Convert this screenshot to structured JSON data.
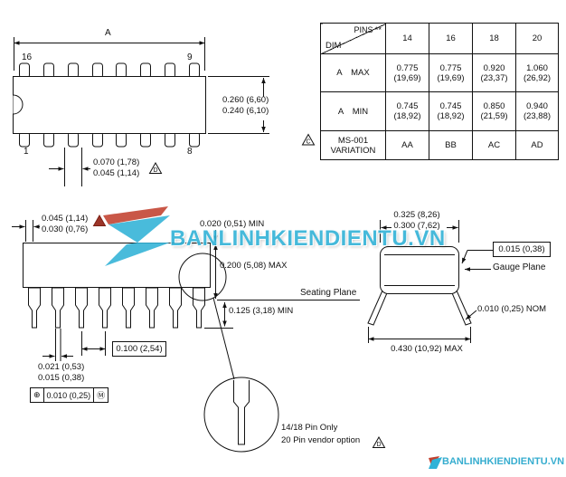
{
  "colors": {
    "watermark_cyan": "#31b2d7",
    "watermark_red": "#c2402e",
    "line": "#111111"
  },
  "notes": {
    "flag_table": "C",
    "flag_lead": "D",
    "flag_vendor": "D"
  },
  "top_view": {
    "overall_dim": "A",
    "pin_16": "16",
    "pin_9": "9",
    "pin_1": "1",
    "pin_8": "8",
    "body_width": "0.260 (6,60)\n0.240 (6,10)",
    "lead_shoulder": "0.070 (1,78)\n0.045 (1,14)"
  },
  "table": {
    "pins_label": "PINS **",
    "dim_label": "DIM",
    "col_14": "14",
    "col_16": "16",
    "col_18": "18",
    "col_20": "20",
    "row_max_label": "A MAX",
    "row_max_14": "0.775\n(19,69)",
    "row_max_16": "0.775\n(19,69)",
    "row_max_18": "0.920\n(23,37)",
    "row_max_20": "1.060\n(26,92)",
    "row_min_label": "A MIN",
    "row_min_14": "0.745\n(18,92)",
    "row_min_16": "0.745\n(18,92)",
    "row_min_18": "0.850\n(21,59)",
    "row_min_20": "0.940\n(23,88)",
    "row_var_label": "MS-001\nVARIATION",
    "row_var_14": "AA",
    "row_var_16": "BB",
    "row_var_18": "AC",
    "row_var_20": "AD"
  },
  "side_view": {
    "lead_thickness": "0.045 (1,14)\n0.030 (0,76)",
    "shoulder_min": "0.020 (0,51) MIN",
    "body_height": "0.200 (5,08) MAX",
    "seating_plane": "Seating Plane",
    "standoff": "0.125 (3,18) MIN",
    "pitch": "0.100 (2,54)",
    "tip_width": "0.021 (0,53)\n0.015 (0,38)",
    "tp_symbol": "⊕",
    "true_position": "0.010 (0,25)",
    "tp_modifier": "Ⓜ",
    "note_line1": "14/18 Pin Only",
    "note_line2": "20 Pin vendor option"
  },
  "end_view": {
    "row_spacing": "0.325 (8,26)\n0.300 (7,62)",
    "gauge_offset": "0.015 (0,38)",
    "gauge_plane": "Gauge Plane",
    "lead_nom": "0.010 (0,25) NOM",
    "overall_width": "0.430 (10,92) MAX"
  },
  "watermark": {
    "text": "BANLINHKIENDIENTU.VN",
    "corner_text": "BANLINHKIENDIENTU.VN"
  }
}
